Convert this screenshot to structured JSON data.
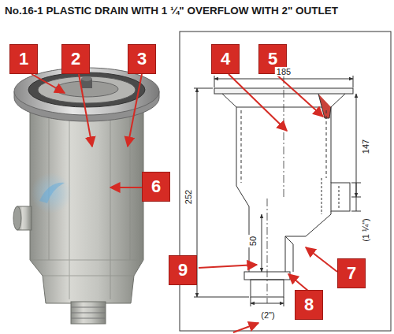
{
  "diagram": {
    "title": "No.16-1  PLASTIC DRAIN WITH 1 ¼\" OVERFLOW WITH 2\" OUTLET",
    "nodes": [
      {
        "text": [
          "1"
        ]
      },
      {
        "text": [
          "2"
        ]
      },
      {
        "text": [
          "3"
        ]
      },
      {
        "text": [
          "4"
        ]
      },
      {
        "text": [
          "5"
        ]
      },
      {
        "text": [
          "6"
        ]
      },
      {
        "text": [
          "9"
        ]
      },
      {
        "text": [
          "7"
        ]
      },
      {
        "text": [
          "8"
        ]
      }
    ],
    "labels": [
      "185",
      "147",
      "252",
      "(1 ¼\")",
      "50",
      "(2\")"
    ]
  }
}
